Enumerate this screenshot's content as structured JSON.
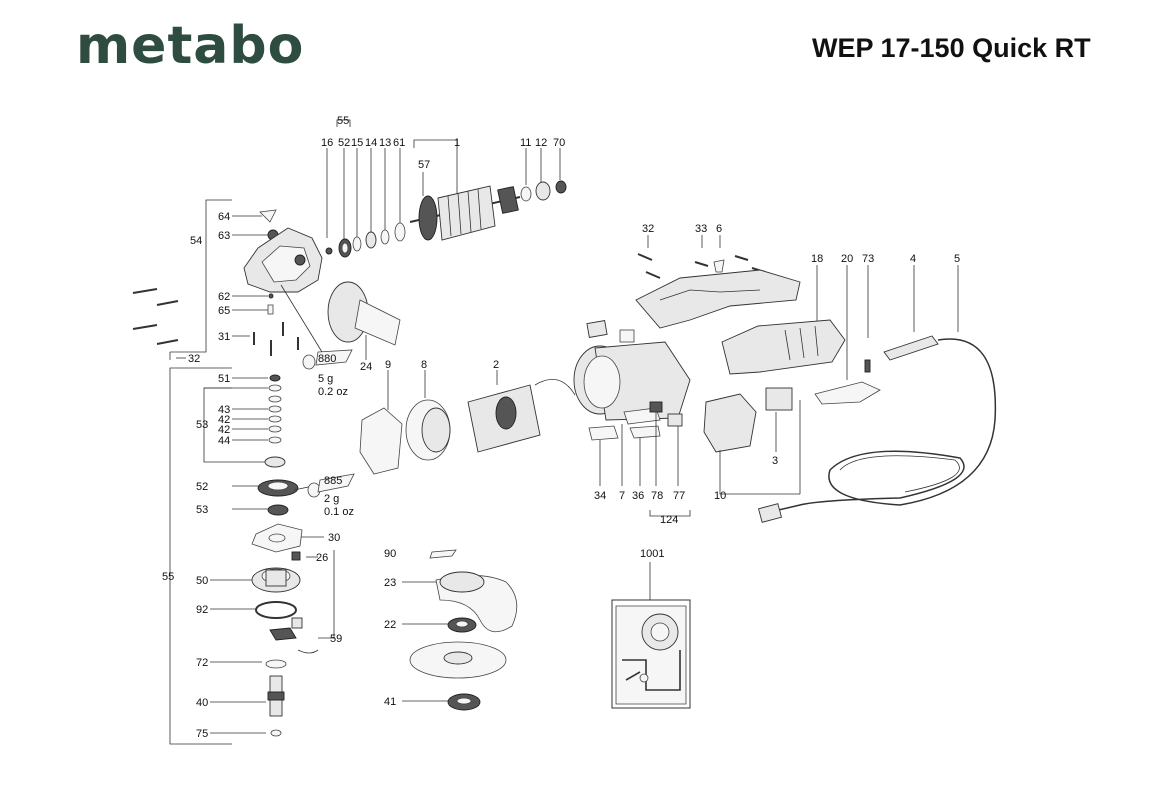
{
  "brand": "metabo",
  "model": "WEP 17-150 Quick RT",
  "weights": {
    "w880_g": "5 g",
    "w880_oz": "0.2 oz",
    "w885_g": "2 g",
    "w885_oz": "0.1 oz"
  },
  "labels": {
    "p55top": "55",
    "p16": "16",
    "p52a": "52",
    "p15": "15",
    "p14": "14",
    "p13": "13",
    "p61": "61",
    "p1": "1",
    "p57": "57",
    "p11": "11",
    "p12": "12",
    "p70": "70",
    "p64": "64",
    "p63": "63",
    "p54": "54",
    "p62": "62",
    "p65": "65",
    "p31": "31",
    "p32a": "32",
    "p880": "880",
    "p24": "24",
    "p9": "9",
    "p8": "8",
    "p2": "2",
    "p32b": "32",
    "p33": "33",
    "p6": "6",
    "p18": "18",
    "p20": "20",
    "p73": "73",
    "p4": "4",
    "p5": "5",
    "p51": "51",
    "p53a": "53",
    "p43": "43",
    "p42a": "42",
    "p42b": "42",
    "p44": "44",
    "p52b": "52",
    "p885": "885",
    "p53b": "53",
    "p30": "30",
    "p26": "26",
    "p55left": "55",
    "p50": "50",
    "p92": "92",
    "p59": "59",
    "p72": "72",
    "p40": "40",
    "p75": "75",
    "p90": "90",
    "p23": "23",
    "p22": "22",
    "p41": "41",
    "p3": "3",
    "p34": "34",
    "p7": "7",
    "p36": "36",
    "p78": "78",
    "p77": "77",
    "p10": "10",
    "p124": "124",
    "p1001": "1001"
  }
}
